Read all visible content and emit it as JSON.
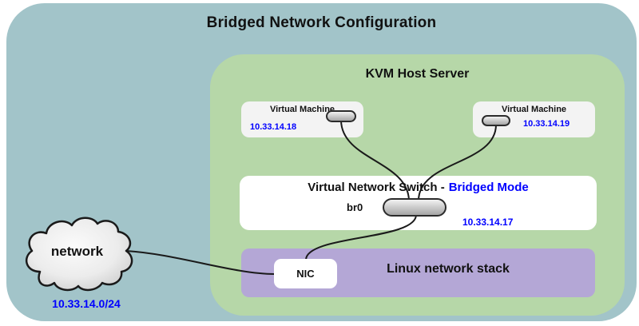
{
  "title": "Bridged Network Configuration",
  "host": {
    "label": "KVM Host Server"
  },
  "vms": [
    {
      "label": "Virtual Machine",
      "ip": "10.33.14.18"
    },
    {
      "label": "Virtual Machine",
      "ip": "10.33.14.19"
    }
  ],
  "switch": {
    "label_black": "Virtual Network Switch -",
    "label_blue": "Bridged Mode",
    "interface": "br0",
    "ip": "10.33.14.17"
  },
  "stack": {
    "label": "Linux network stack",
    "nic": "NIC"
  },
  "external": {
    "label": "network",
    "subnet": "10.33.14.0/24"
  },
  "colors": {
    "outer_background": "#a2c4c9",
    "host_background": "#b6d7a8",
    "stack_background": "#b4a7d6",
    "ip_text": "#0000ff",
    "box_white": "#ffffff",
    "vm_box": "#f3f3f3"
  },
  "icons": {
    "nic_pill": "gray rounded network-port pill",
    "cloud": "external network cloud"
  }
}
